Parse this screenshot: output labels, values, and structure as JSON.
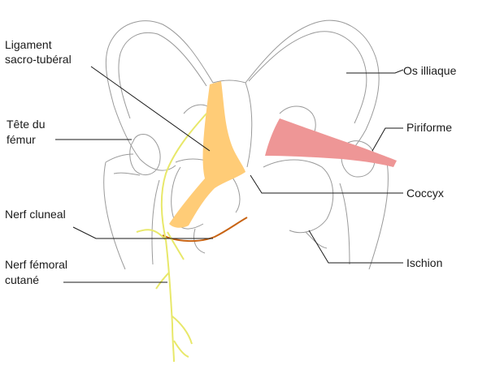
{
  "labels": {
    "ligament_line1": "Ligament",
    "ligament_line2": "sacro-tubéral",
    "tete_line1": "Tête du",
    "tete_line2": "fémur",
    "nerf_cluneal": "Nerf cluneal",
    "nerf_femoral_line1": "Nerf fémoral",
    "nerf_femoral_line2": "cutané",
    "os_illiaque": "Os illiaque",
    "piriforme": "Piriforme",
    "coccyx": "Coccyx",
    "ischion": "Ischion"
  },
  "colors": {
    "ligament": "#FFCC77",
    "piriforme": "#EE9696",
    "nerf_cluneal": "#C86414",
    "nerf_femoral": "#E8E86A",
    "bone_outline": "#9A9A9A",
    "leader": "#1A1A1A"
  }
}
